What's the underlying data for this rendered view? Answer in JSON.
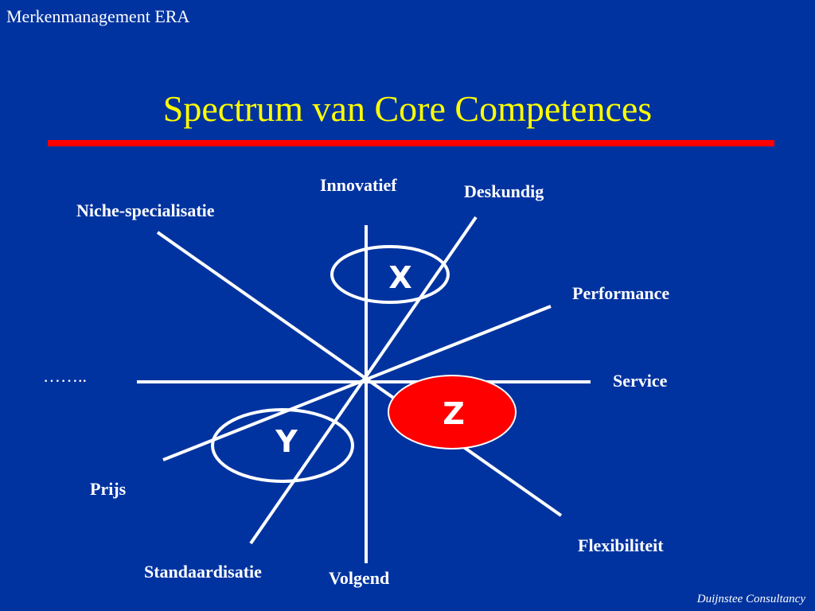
{
  "slide": {
    "header": "Merkenmanagement ERA",
    "title": "Spectrum van Core Competences",
    "footer": "Duijnstee Consultancy"
  },
  "colors": {
    "background": "#0033a0",
    "title": "#ffff00",
    "rule": "#ff0000",
    "lines": "#ffffff",
    "highlight_fill": "#ff0000"
  },
  "axes": {
    "innovatief": "Innovatief",
    "deskundig": "Deskundig",
    "niche": "Niche-specialisatie",
    "performance": "Performance",
    "dots": "……..",
    "service": "Service",
    "prijs": "Prijs",
    "flexibiliteit": "Flexibiliteit",
    "standaardisatie": "Standaardisatie",
    "volgend": "Volgend"
  },
  "markers": {
    "x": "X",
    "y": "Y",
    "z": "Z"
  }
}
